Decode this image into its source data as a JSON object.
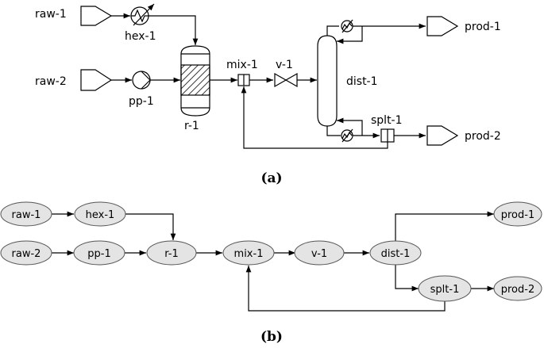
{
  "panel_a": {
    "caption": "(a)",
    "units": {
      "raw1": "raw-1",
      "raw2": "raw-2",
      "hex1": "hex-1",
      "pp1": "pp-1",
      "r1": "r-1",
      "mix1": "mix-1",
      "v1": "v-1",
      "dist1": "dist-1",
      "splt1": "splt-1",
      "prod1": "prod-1",
      "prod2": "prod-2"
    }
  },
  "panel_b": {
    "caption": "(b)",
    "nodes": {
      "raw1": "raw-1",
      "hex1": "hex-1",
      "raw2": "raw-2",
      "pp1": "pp-1",
      "r1": "r-1",
      "mix1": "mix-1",
      "v1": "v-1",
      "dist1": "dist-1",
      "splt1": "splt-1",
      "prod1": "prod-1",
      "prod2": "prod-2"
    },
    "edges": [
      [
        "raw-1",
        "hex-1"
      ],
      [
        "hex-1",
        "r-1"
      ],
      [
        "raw-2",
        "pp-1"
      ],
      [
        "pp-1",
        "r-1"
      ],
      [
        "r-1",
        "mix-1"
      ],
      [
        "mix-1",
        "v-1"
      ],
      [
        "v-1",
        "dist-1"
      ],
      [
        "dist-1",
        "prod-1"
      ],
      [
        "dist-1",
        "splt-1"
      ],
      [
        "splt-1",
        "prod-2"
      ],
      [
        "splt-1",
        "mix-1"
      ]
    ]
  }
}
